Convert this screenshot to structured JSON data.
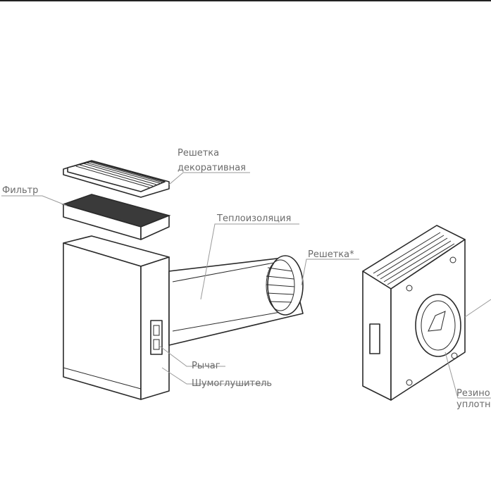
{
  "labels": {
    "grille_decorative_1": "Решетка",
    "grille_decorative_2": "декоративная",
    "filter": "Фильтр",
    "insulation": "Теплоизоляция",
    "grille": "Решетка*",
    "lever": "Рычаг",
    "silencer": "Шумоглушитель",
    "rubber_seal_1": "Резино",
    "rubber_seal_2": "уплотн"
  },
  "colors": {
    "line": "#2a2a2a",
    "label": "#6b6b6b",
    "filter_media": "#3a3a3a"
  }
}
